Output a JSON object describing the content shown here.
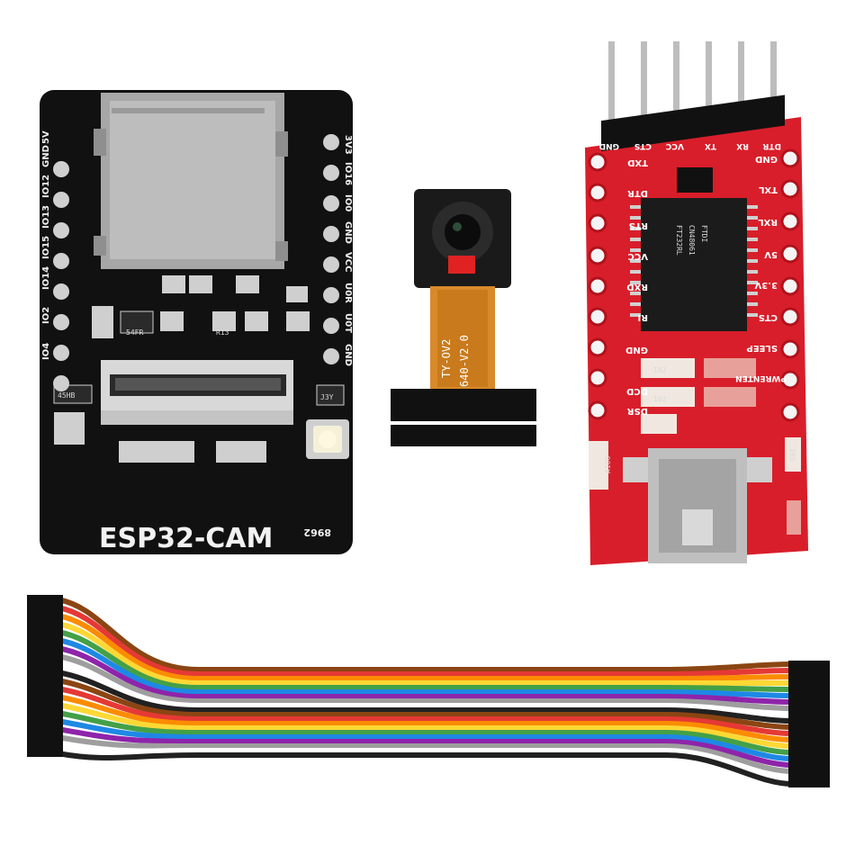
{
  "esp32": {
    "brand_label": "ESP32-CAM",
    "code_label": "8962",
    "right_pins": [
      "3V3",
      "IO16",
      "IO0",
      "GND",
      "VCC",
      "U0R",
      "U0T",
      "GND"
    ],
    "left_pins": [
      "5V",
      "GND",
      "IO12",
      "IO13",
      "IO15",
      "IO14",
      "IO2",
      "IO4"
    ],
    "component_marks": [
      "54FR",
      "R13",
      "J3Y",
      "45HB"
    ]
  },
  "camera": {
    "ribbon_line1": "TY-OV2",
    "ribbon_line2": "640-V2.0"
  },
  "ftdi": {
    "header_labels": [
      "DTR",
      "RX",
      "TX",
      "VCC",
      "CTS",
      "GND"
    ],
    "left_labels": [
      "TXD",
      "DTR",
      "RTS",
      "VCC",
      "RXD",
      "RI",
      "GND",
      "DCD",
      "DSR"
    ],
    "right_labels": [
      "GND",
      "TXL",
      "RXL",
      "5V",
      "3.3V",
      "CTS",
      "SLEEP",
      "PWRENTEN"
    ],
    "chip_lines": [
      "FTDI",
      "CN48061",
      "FT232RL"
    ],
    "small_marks": [
      "102",
      "102",
      "A106",
      "105"
    ]
  },
  "colors": {
    "esp_board": "#111111",
    "ftdi_board": "#d81e2a",
    "ribbon": "#d88a2a"
  },
  "wires": {
    "colors": [
      "#8b4513",
      "#e53935",
      "#fb8c00",
      "#fdd835",
      "#43a047",
      "#1e88e5",
      "#8e24aa",
      "#9e9e9e",
      "#ffffff",
      "#212121"
    ]
  }
}
